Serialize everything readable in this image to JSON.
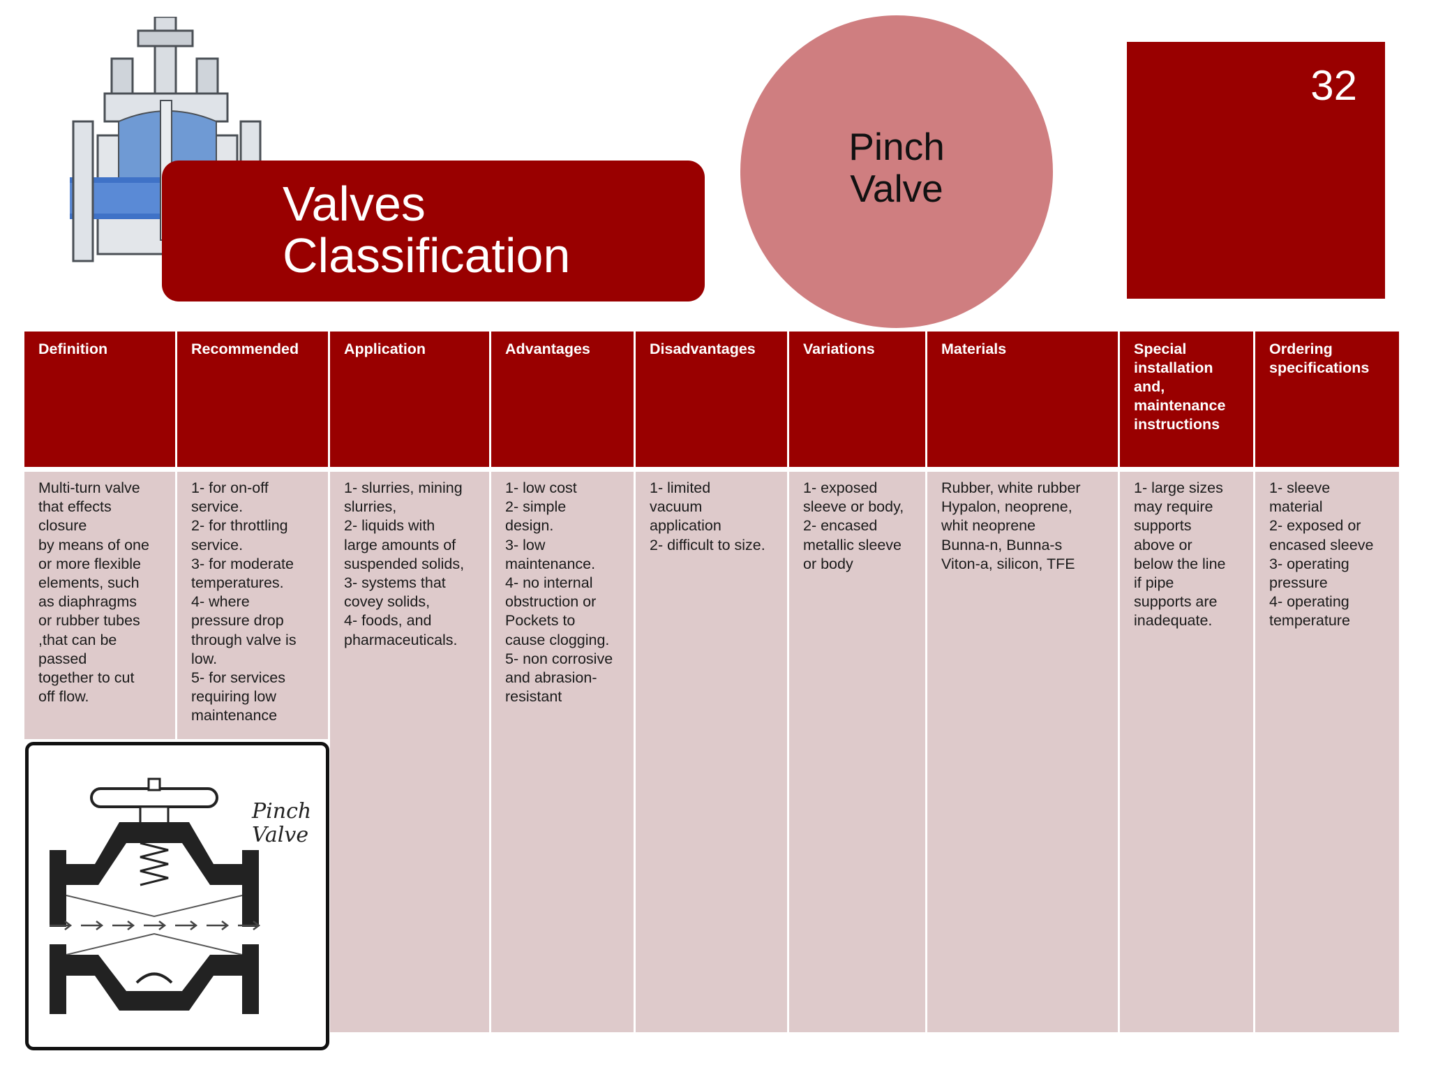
{
  "title": "Valves\nClassification",
  "subject": "Pinch\nValve",
  "page_number": "32",
  "colors": {
    "primary": "#990000",
    "circle": "#cf7e80",
    "cell_bg": "#decacb"
  },
  "figure": {
    "label": "Pinch\nValve",
    "icon": "pinch-valve-diagram"
  },
  "table": {
    "headers": [
      "Definition",
      "Recommended",
      "Application",
      "Advantages",
      "Disadvantages",
      "Variations",
      "Materials",
      "Special installation and, maintenance instructions",
      "Ordering specifications"
    ],
    "cells": [
      "Multi-turn valve\nthat effects\nclosure\nby means of one\nor more  flexible\nelements, such\nas diaphragms\nor rubber tubes\n,that can be\npassed\ntogether to cut\noff flow.",
      "1- for on-off\nservice.\n2- for throttling\nservice.\n3- for moderate\ntemperatures.\n4- where\npressure drop\nthrough valve is\nlow.\n5- for services\nrequiring low\nmaintenance",
      "1- slurries, mining\nslurries,\n2- liquids with\nlarge amounts of\nsuspended solids,\n3- systems that\ncovey solids,\n4- foods, and\npharmaceuticals.",
      "1- low cost\n2- simple\ndesign.\n3- low\nmaintenance.\n4- no internal\nobstruction or\nPockets to\ncause clogging.\n5- non corrosive\nand abrasion-\nresistant",
      "1- limited\nvacuum\napplication\n2- difficult to size.",
      "1- exposed\nsleeve or body,\n2- encased\nmetallic sleeve\nor body",
      "Rubber, white rubber\n Hypalon, neoprene,\nwhit neoprene\n Bunna-n,  Bunna-s\n Viton-a, silicon, TFE",
      "1- large sizes\nmay require\nsupports\nabove or\nbelow the line\nif pipe\nsupports are\ninadequate.",
      "1- sleeve\nmaterial\n2- exposed or\nencased sleeve\n3- operating\npressure\n4- operating\ntemperature"
    ]
  }
}
